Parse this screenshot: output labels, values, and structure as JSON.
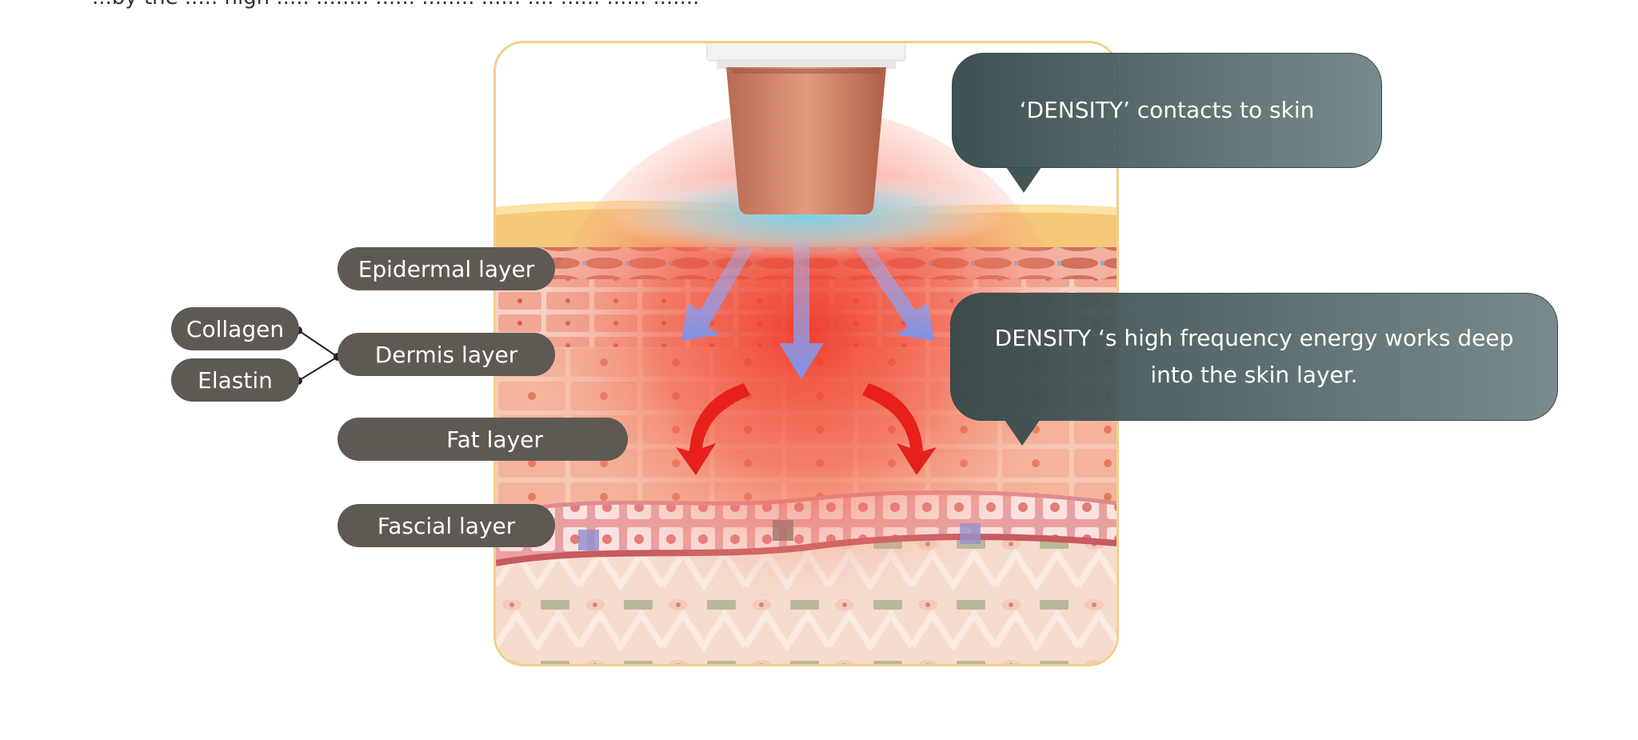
{
  "header": {
    "text": "...by the ..... high ..... ........ ...... ........ ...... .... ...... ...... ......."
  },
  "labels": {
    "epidermal": "Epidermal layer",
    "dermis": "Dermis layer",
    "fat": "Fat layer",
    "fascial": "Fascial layer",
    "collagen": "Collagen",
    "elastin": "Elastin"
  },
  "bubbles": {
    "contact": "‘DENSITY’ contacts to skin",
    "energy": "DENSITY ‘s high frequency energy works deep into the skin layer."
  },
  "colors": {
    "label_bg": "#5f5953",
    "bubble_bg": "#3f5356",
    "panel_border": "#f0d08a",
    "energy_arrow": "#7f8fe6",
    "heat_arrow": "#e8201a",
    "heat_zone": "#f04030",
    "cool_zone": "#7fd8f0"
  },
  "icons": {
    "device": "density-device-icon",
    "down_arrow": "energy-arrow-icon",
    "curved_arrow": "heat-arrow-icon"
  }
}
